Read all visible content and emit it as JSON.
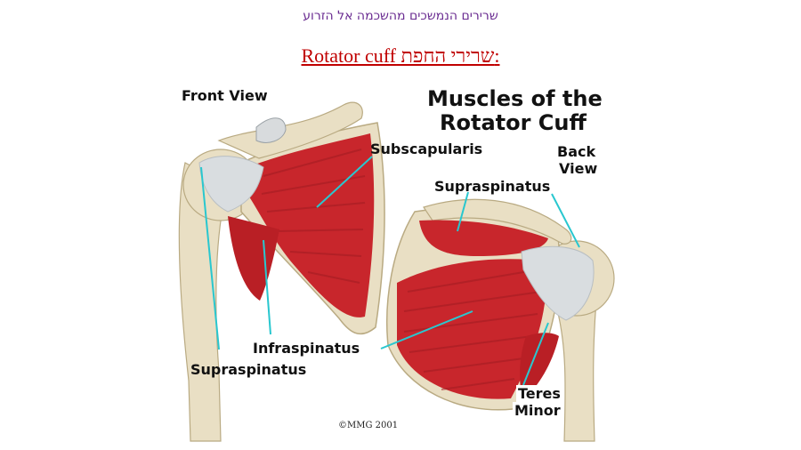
{
  "header": {
    "subtitle": "שרירים הנמשכים מהשכמה אל הזרוע"
  },
  "title": {
    "text_en": "Rotator cuff",
    "text_he": "שרירי החפת",
    "suffix": ":"
  },
  "figure": {
    "heading_line1": "Muscles of the",
    "heading_line2": "Rotator Cuff",
    "front_view": "Front View",
    "back_view_line1": "Back",
    "back_view_line2": "View",
    "labels": {
      "subscapularis": "Subscapularis",
      "supraspinatus_back": "Supraspinatus",
      "infraspinatus": "Infraspinatus",
      "supraspinatus_front": "Supraspinatus",
      "teres_line1": "Teres",
      "teres_line2": "Minor"
    },
    "copyright": "©MMG 2001"
  },
  "colors": {
    "muscle": "#c8262c",
    "muscle_dark": "#9e1a1f",
    "bone": "#e9dfc4",
    "bone_shadow": "#c9bb94",
    "tendon": "#d9dde0",
    "leader": "#29c7cf",
    "title_red": "#c00000",
    "header_purple": "#6a2c91"
  }
}
